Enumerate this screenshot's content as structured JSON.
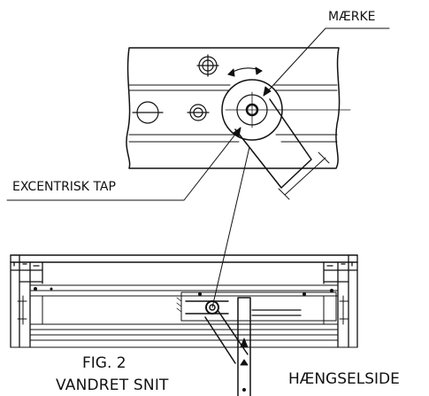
{
  "labels": {
    "mark": "MÆRKE",
    "eccentric_pin": "EXCENTRISK TAP",
    "figure": "FIG. 2",
    "section": "VANDRET SNIT",
    "hinge_side": "HÆNGSELSIDE"
  },
  "colors": {
    "ink": "#111111",
    "background": "#ffffff"
  }
}
